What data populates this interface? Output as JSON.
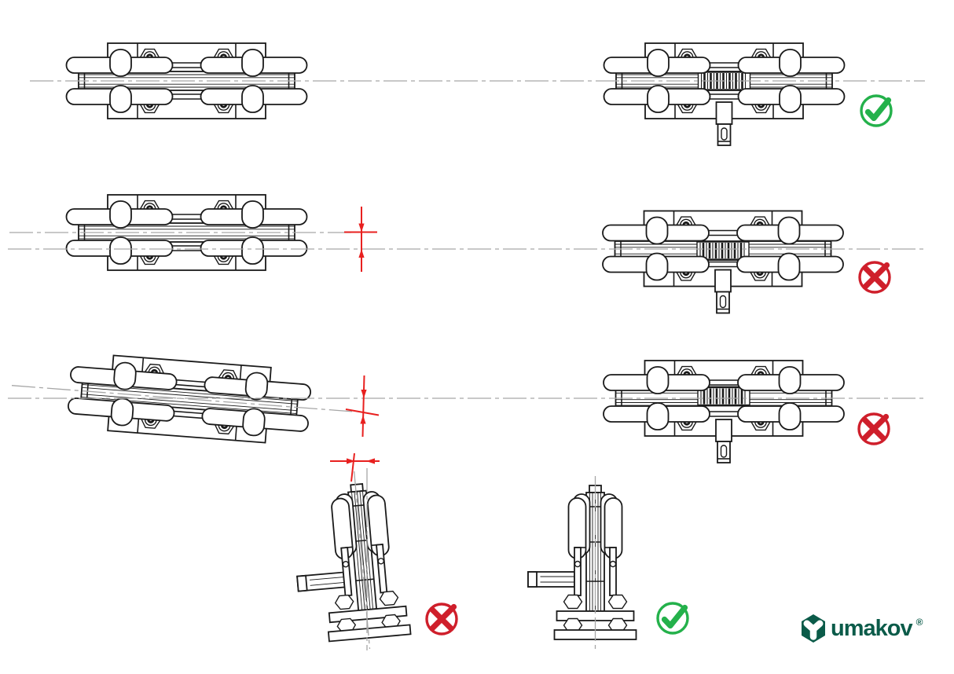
{
  "brand": {
    "name": "umakov",
    "registered_mark": "®",
    "color": "#0b5b49"
  },
  "colors": {
    "line": "#1a1a1a",
    "centerline": "#a6a6a6",
    "annotation_red": "#e8201f",
    "incorrect_red": "#cf1f2b",
    "correct_green": "#24b14b",
    "background": "#ffffff"
  },
  "figures": [
    {
      "id": "carriage-aligned",
      "view": "top",
      "state": "aligned-on-axis",
      "verdict": ""
    },
    {
      "id": "roller-holder-aligned",
      "view": "top",
      "state": "centered",
      "verdict": "correct"
    },
    {
      "id": "carriage-offset",
      "view": "top",
      "state": "vertical-offset",
      "verdict": ""
    },
    {
      "id": "roller-holder-offset",
      "view": "top",
      "state": "offset",
      "verdict": "incorrect"
    },
    {
      "id": "carriage-tilted",
      "view": "top",
      "state": "tilted-from-axis",
      "verdict": ""
    },
    {
      "id": "roller-holder-tilted",
      "view": "top",
      "state": "tilted",
      "verdict": "incorrect"
    },
    {
      "id": "trolley-tilted",
      "view": "front",
      "state": "leaning",
      "verdict": "incorrect"
    },
    {
      "id": "trolley-plumb",
      "view": "front",
      "state": "plumb",
      "verdict": "correct"
    }
  ],
  "badges": [
    {
      "type": "check",
      "meaning": "correct"
    },
    {
      "type": "cross",
      "meaning": "incorrect"
    },
    {
      "type": "cross",
      "meaning": "incorrect"
    },
    {
      "type": "cross",
      "meaning": "incorrect"
    },
    {
      "type": "check",
      "meaning": "correct"
    }
  ]
}
